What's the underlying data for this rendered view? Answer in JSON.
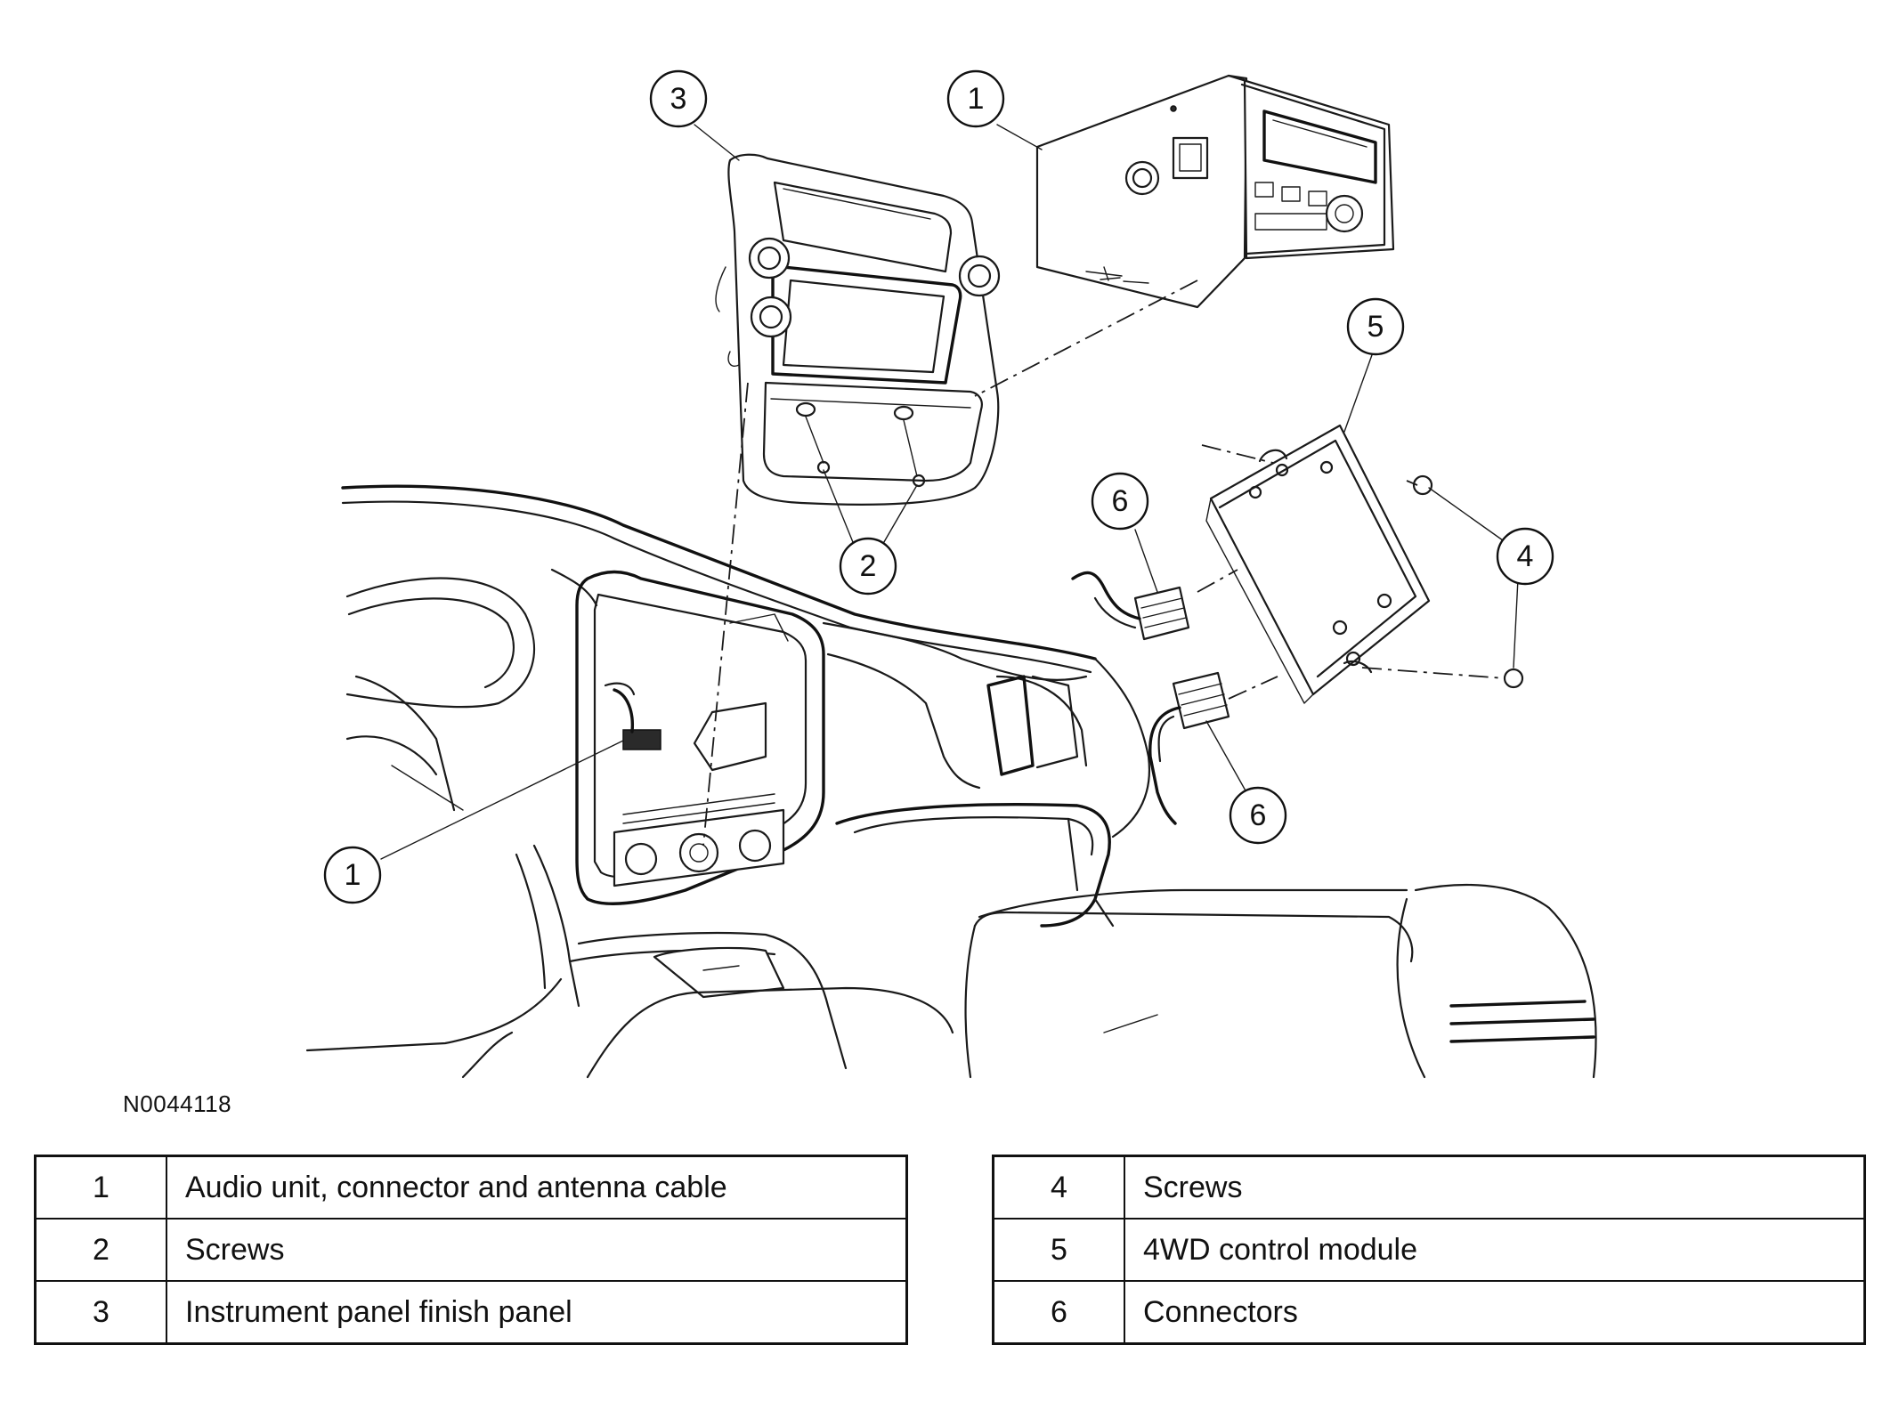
{
  "figure_code": "N0044118",
  "callouts": [
    {
      "id": "callout-3-top",
      "label": "3"
    },
    {
      "id": "callout-1-top",
      "label": "1"
    },
    {
      "id": "callout-5",
      "label": "5"
    },
    {
      "id": "callout-6-upper",
      "label": "6"
    },
    {
      "id": "callout-4",
      "label": "4"
    },
    {
      "id": "callout-2",
      "label": "2"
    },
    {
      "id": "callout-6-lower",
      "label": "6"
    },
    {
      "id": "callout-1-lower",
      "label": "1"
    }
  ],
  "legend_left": [
    {
      "num": "1",
      "desc": "Audio unit, connector and antenna cable"
    },
    {
      "num": "2",
      "desc": "Screws"
    },
    {
      "num": "3",
      "desc": "Instrument panel finish panel"
    }
  ],
  "legend_right": [
    {
      "num": "4",
      "desc": "Screws"
    },
    {
      "num": "5",
      "desc": "4WD control module"
    },
    {
      "num": "6",
      "desc": "Connectors"
    }
  ]
}
